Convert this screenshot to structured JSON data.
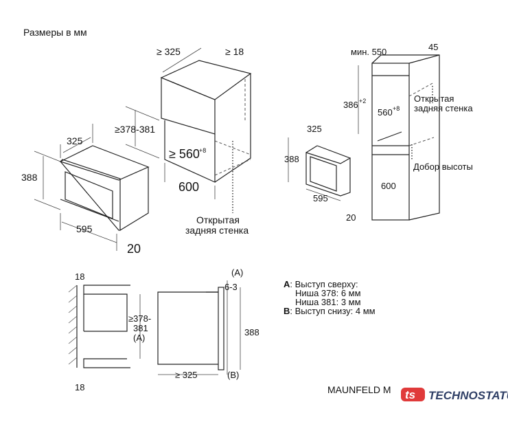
{
  "title": "Размеры в мм",
  "view1": {
    "oven_depth": "325",
    "oven_height": "388",
    "oven_width": "595",
    "oven_front": "20",
    "niche_depth": "≥ 325",
    "niche_wall": "≥ 18",
    "niche_height": "≥378-381",
    "niche_width_inner": "≥ 560",
    "niche_width_tol": "+8",
    "niche_width": "600",
    "rear_label_1": "Открытая",
    "rear_label_2": "задняя стенка"
  },
  "view2": {
    "min_label": "мин. 550",
    "top_wall": "45",
    "height": "386",
    "height_tol": "+2",
    "inner_width": "560",
    "inner_width_tol": "+8",
    "rear_label_1": "Открытая",
    "rear_label_2": "задняя стенка",
    "shelf_label": "Добор высоты",
    "oven_depth": "325",
    "oven_height": "388",
    "oven_width": "595",
    "oven_front": "20",
    "niche_width": "600"
  },
  "view3": {
    "wall_top": "18",
    "wall_bottom": "18",
    "niche_height_1": "≥378-",
    "niche_height_2": "381",
    "niche_height_marker": "(A)",
    "depth": "≥ 325",
    "marker_a": "(A)",
    "marker_b": "(B)",
    "offset": "6-3",
    "height": "388"
  },
  "legend": {
    "a_key": "A",
    "a_text": ": Выступ сверху:",
    "a_line1": "Ниша 378: 6 мм",
    "a_line2": "Ниша 381: 3 мм",
    "b_key": "B",
    "b_text": ": Выступ снизу:   4 мм"
  },
  "model": "MAUNFELD M",
  "brand": {
    "logo_text": "ts",
    "name": "TECHNOSTATUS",
    "color": "#e03a3a"
  }
}
